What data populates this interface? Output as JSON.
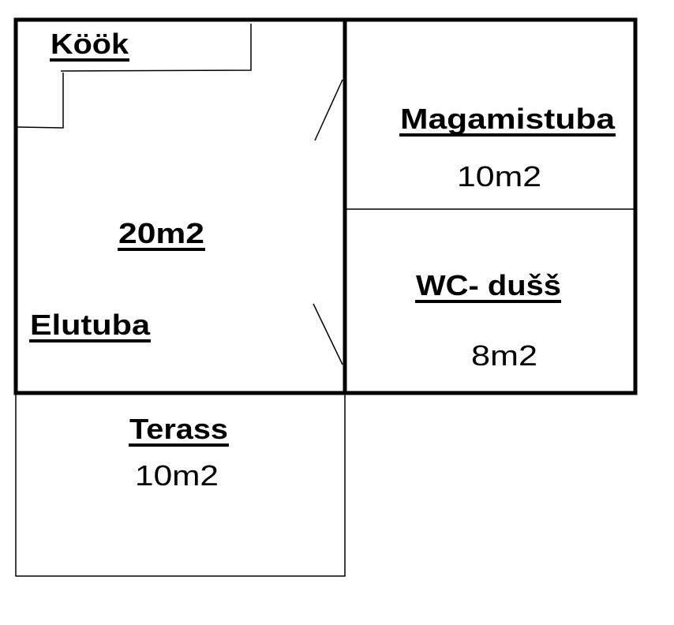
{
  "rooms": {
    "kitchen": {
      "label": "Köök"
    },
    "living": {
      "label": "Elutuba",
      "area": "20m2"
    },
    "bedroom": {
      "label": "Magamistuba",
      "area": "10m2"
    },
    "bathroom": {
      "label": "WC- dušš",
      "area": "8m2"
    },
    "terrace": {
      "label": "Terass",
      "area": "10m2"
    }
  }
}
